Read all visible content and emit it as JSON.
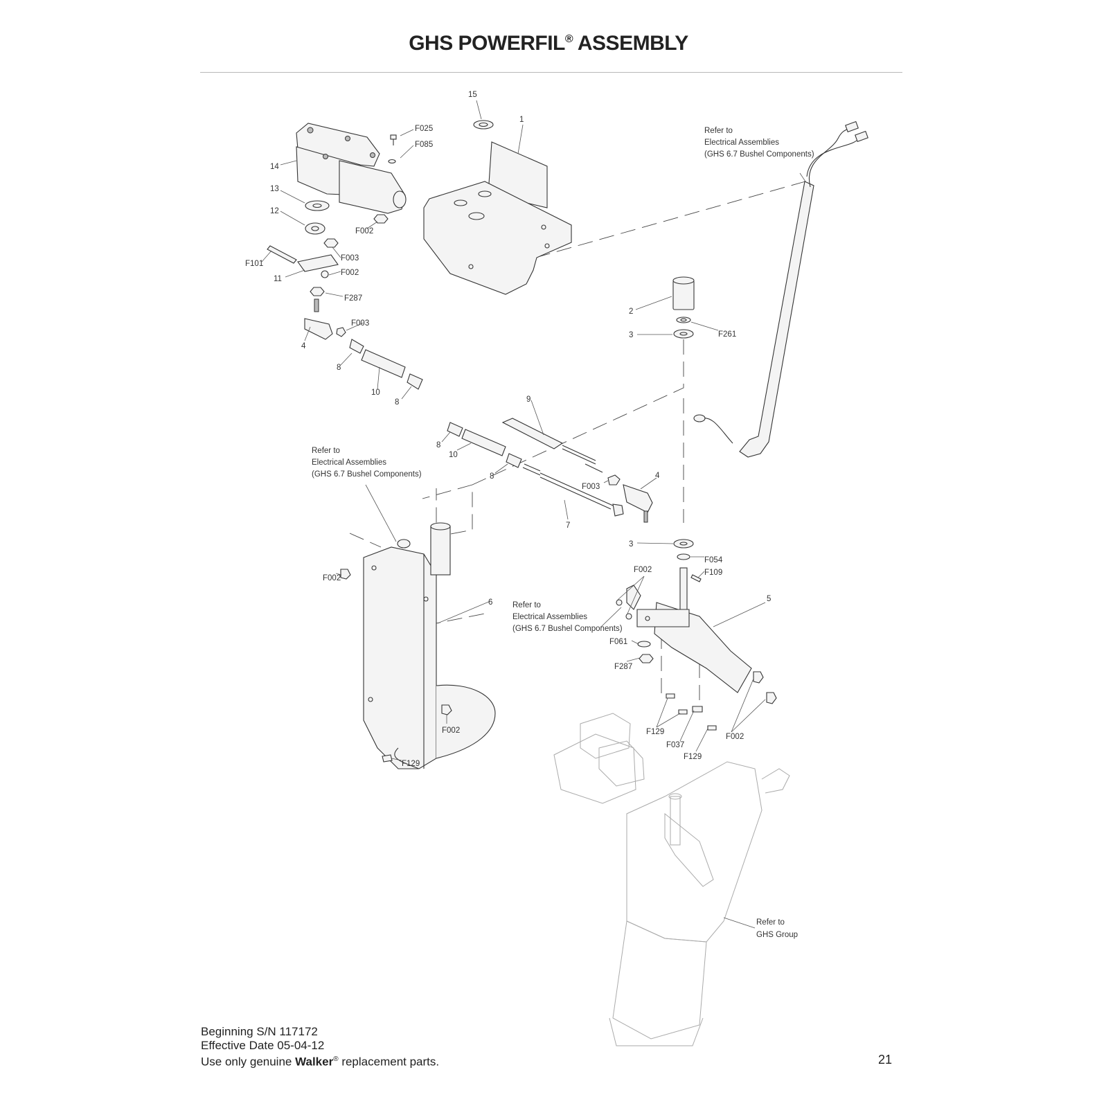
{
  "page": {
    "title_main": "GHS POWERFIL",
    "title_mark": "®",
    "title_rest": " ASSEMBLY",
    "page_number": "21"
  },
  "footer": {
    "serial": "Beginning S/N 117172",
    "effective": "Effective Date 05-04-12",
    "use_prefix": "Use only genuine ",
    "brand": "Walker",
    "brand_mark": "®",
    "use_suffix": " replacement parts."
  },
  "callouts": {
    "c15": "15",
    "c1": "1",
    "cF025": "F025",
    "cF085": "F085",
    "c14": "14",
    "c13": "13",
    "c12": "12",
    "cF002a": "F002",
    "cF003a": "F003",
    "cF101": "F101",
    "c11": "11",
    "cF002b": "F002",
    "cF287a": "F287",
    "cF003b": "F003",
    "c4a": "4",
    "c8a": "8",
    "c10a": "10",
    "c8b": "8",
    "c2": "2",
    "cF261": "F261",
    "c3a": "3",
    "c9": "9",
    "c8c": "8",
    "c10b": "10",
    "c8d": "8",
    "cF003c": "F003",
    "c4b": "4",
    "c7": "7",
    "c3b": "3",
    "cF054": "F054",
    "cF109": "F109",
    "cF002c": "F002",
    "c5": "5",
    "c6": "6",
    "cF002d": "F002",
    "cF061": "F061",
    "cF287b": "F287",
    "cF002e": "F002",
    "cF129a": "F129",
    "cF037": "F037",
    "cF129b": "F129",
    "cF002f": "F002",
    "cF129c": "F129"
  },
  "notes": {
    "ref_top": [
      "Refer to",
      "Electrical Assemblies",
      "(GHS 6.7 Bushel Components)"
    ],
    "ref_left": [
      "Refer to",
      "Electrical Assemblies",
      "(GHS 6.7 Bushel Components)"
    ],
    "ref_mid": [
      "Refer to",
      "Electrical Assemblies",
      "(GHS 6.7 Bushel Components)"
    ],
    "ref_ghs": [
      "Refer to",
      "GHS Group"
    ]
  }
}
